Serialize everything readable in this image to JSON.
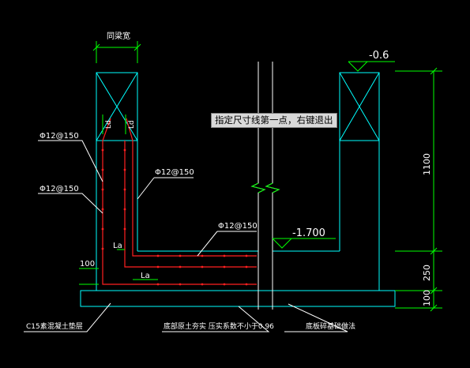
{
  "drawing": {
    "width_label": "同梁宽",
    "level_top": "-0.6",
    "level_bottom": "-1.700",
    "rebar_outer_upper": "Φ12@150",
    "rebar_outer_lower": "Φ12@150",
    "rebar_inner_wall": "Φ12@150",
    "rebar_slab_top": "Φ12@150",
    "anchor_ld_left": "Ld",
    "anchor_ld_right": "Ld",
    "anchor_la_upper": "La",
    "anchor_la_lower": "La",
    "dim_cover_left": "100",
    "dim_1100": "1100",
    "dim_250": "250",
    "dim_100_right": "100",
    "note_cushion": "C15素混凝土垫层",
    "note_soil": "底部原土夯实 压实系数不小于0.96",
    "note_base": "底板碎基础做法"
  },
  "tooltip": "指定尺寸线第一点，右键退出",
  "colors": {
    "structure": "#00ffff",
    "rebar": "#ff2020",
    "dimension": "#00ff00",
    "text": "#ffffff",
    "background": "#000000"
  }
}
